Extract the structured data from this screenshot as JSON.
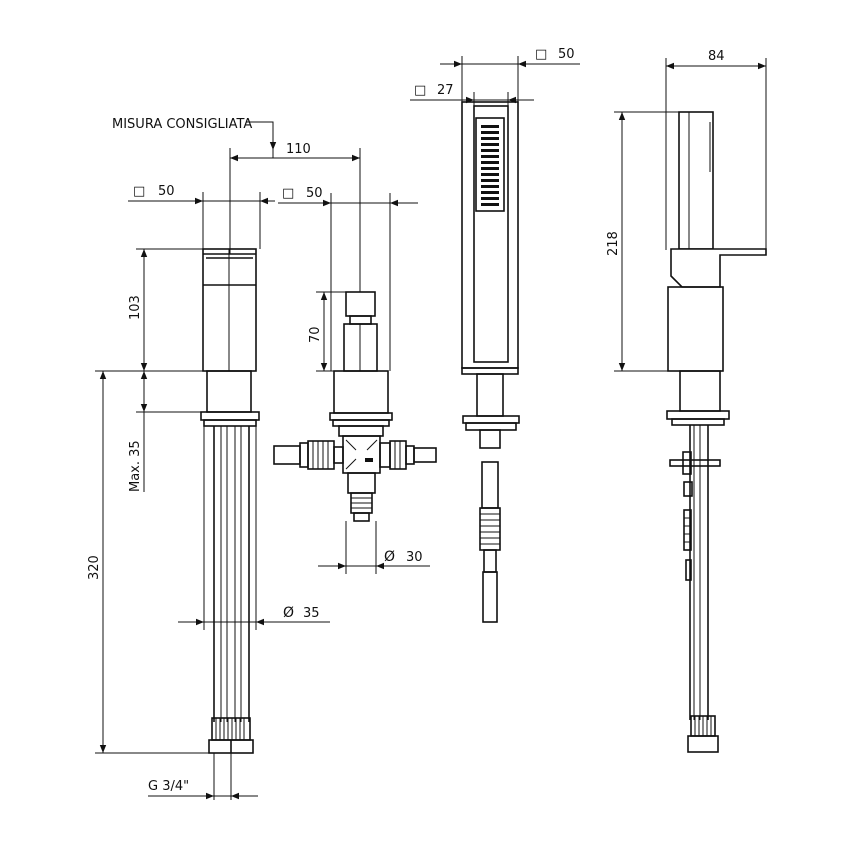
{
  "drawing": {
    "labels": {
      "misura_consigliata": "MISURA CONSIGLIATA",
      "dim_110": "110",
      "dim_50_spout": "50",
      "dim_50_valve": "50",
      "dim_27_handshower": "27",
      "dim_50_handshower": "50",
      "dim_84": "84",
      "dim_103": "103",
      "dim_70": "70",
      "dim_max35": "Max. 35",
      "dim_320": "320",
      "dim_218": "218",
      "dim_dia30": "30",
      "dim_dia35": "35",
      "dim_g34": "G 3/4\""
    },
    "symbols": {
      "square": "□",
      "diameter": "Ø"
    }
  }
}
